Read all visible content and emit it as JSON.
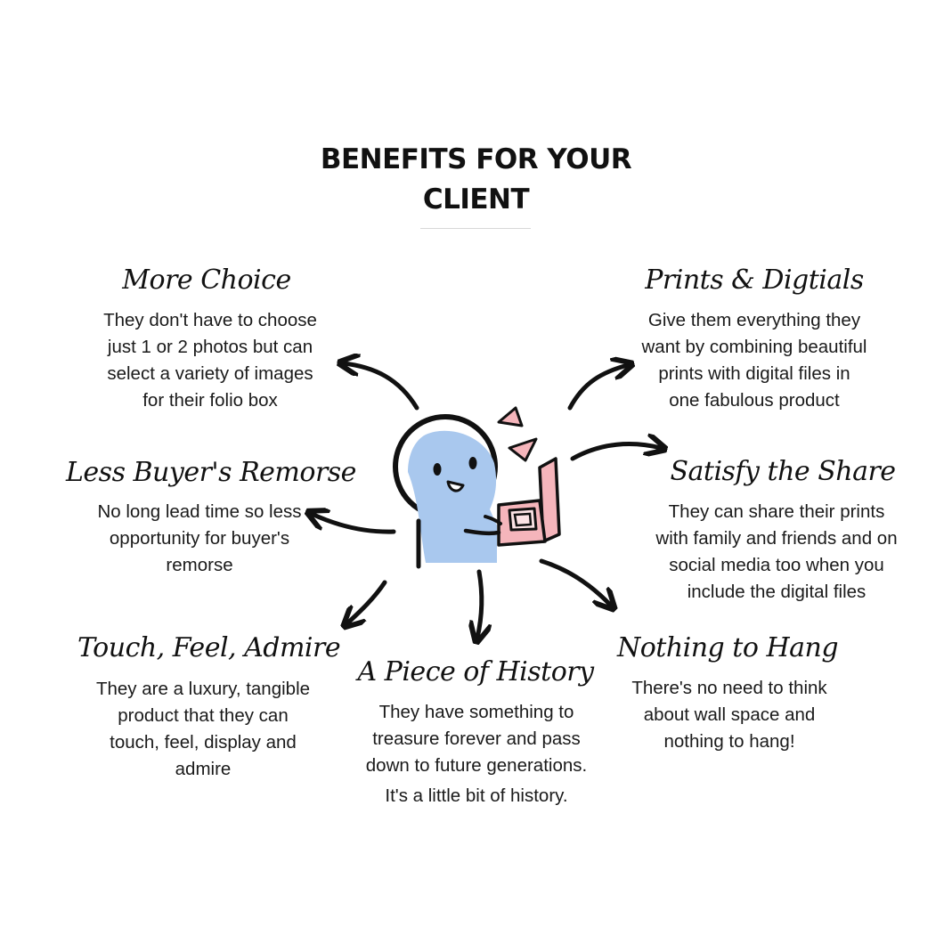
{
  "title": {
    "line1": "BENEFITS FOR YOUR",
    "line2": "CLIENT"
  },
  "benefits": {
    "more_choice": {
      "heading": "More Choice",
      "lines": [
        "They don't have to choose",
        "just 1 or 2 photos but can",
        "select a variety of images",
        "for their folio box"
      ]
    },
    "prints_digitals": {
      "heading": "Prints & Digtials",
      "lines": [
        "Give them everything they",
        "want by combining beautiful",
        "prints with digital files in",
        "one fabulous product"
      ]
    },
    "less_remorse": {
      "heading": "Less Buyer's Remorse",
      "lines": [
        "No long lead time so less",
        "opportunity for buyer's",
        "remorse"
      ]
    },
    "satisfy_share": {
      "heading": "Satisfy the Share",
      "lines": [
        "They can share their prints",
        "with family and friends and on",
        "social media too when you",
        "include the digital files"
      ]
    },
    "touch_feel": {
      "heading": "Touch, Feel, Admire",
      "lines": [
        "They are a luxury, tangible",
        "product that they can",
        "touch, feel, display and",
        "admire"
      ]
    },
    "piece_history": {
      "heading": "A Piece of History",
      "lines": [
        "They have something to",
        "treasure forever and pass",
        "down to future generations."
      ],
      "extra": "It's a little bit of history."
    },
    "nothing_hang": {
      "heading": "Nothing to Hang",
      "lines": [
        "There's no need to think",
        "about wall space and",
        "nothing to hang!"
      ]
    }
  },
  "colors": {
    "character": "#a9c8ee",
    "box": "#f5b5bb",
    "outline": "#111111"
  },
  "icons": {
    "character": "character-holding-box-icon",
    "arrow": "hand-drawn-arrow-icon"
  }
}
